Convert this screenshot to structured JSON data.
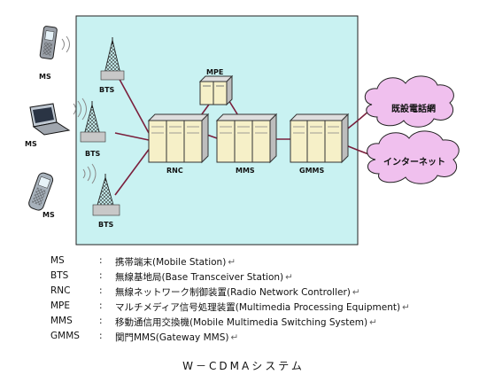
{
  "diagram": {
    "labels": {
      "ms_1": "MS",
      "ms_2": "MS",
      "ms_3": "MS",
      "bts_1": "BTS",
      "bts_2": "BTS",
      "bts_3": "BTS",
      "mpe": "MPE",
      "rnc": "RNC",
      "mms": "MMS",
      "gmms": "GMMS",
      "cloud_existing": "既設電話網",
      "cloud_internet": "インターネット"
    },
    "colors": {
      "panel_fill": "#c9f2f2",
      "link": "#7a1f3c",
      "cloud_fill": "#f0c0ee",
      "cabinet_fill": "#f6f0c8"
    }
  },
  "legend": [
    {
      "abbr": "MS",
      "colon": ":",
      "desc": "携帯端末(Mobile Station)",
      "mark": "↵"
    },
    {
      "abbr": "BTS",
      "colon": ":",
      "desc": "無線基地局(Base Transceiver Station)",
      "mark": "↵"
    },
    {
      "abbr": "RNC",
      "colon": ":",
      "desc": "無線ネットワーク制御装置(Radio Network Controller)",
      "mark": "↵"
    },
    {
      "abbr": "MPE",
      "colon": ":",
      "desc": "マルチメディア信号処理装置(Multimedia Processing Equipment)",
      "mark": "↵"
    },
    {
      "abbr": "MMS",
      "colon": ":",
      "desc": "移動通信用交換機(Mobile Multimedia Switching System)",
      "mark": "↵"
    },
    {
      "abbr": "GMMS",
      "colon": ":",
      "desc": "関門MMS(Gateway MMS)",
      "mark": "↵"
    }
  ],
  "caption": "W－CDMAシステム"
}
